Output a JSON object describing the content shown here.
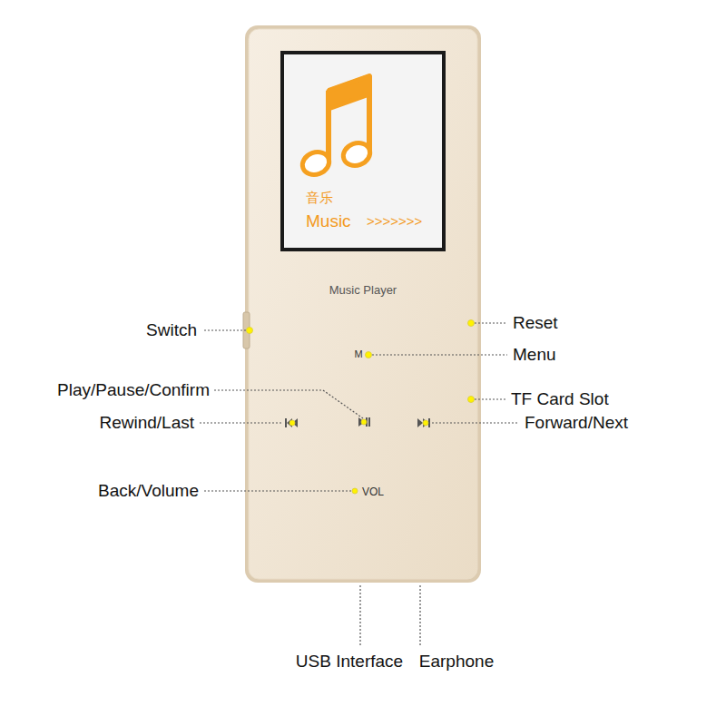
{
  "diagram": {
    "labels": [
      "音乐",
      "Music",
      ">>>>>>>",
      "Music Player",
      "M",
      "VOL",
      "Switch",
      "Reset",
      "Menu",
      "Play/Pause/Confirm",
      "TF Card Slot",
      "Rewind/Last",
      "Forward/Next",
      "Back/Volume",
      "USB Interface",
      "Earphone"
    ]
  }
}
